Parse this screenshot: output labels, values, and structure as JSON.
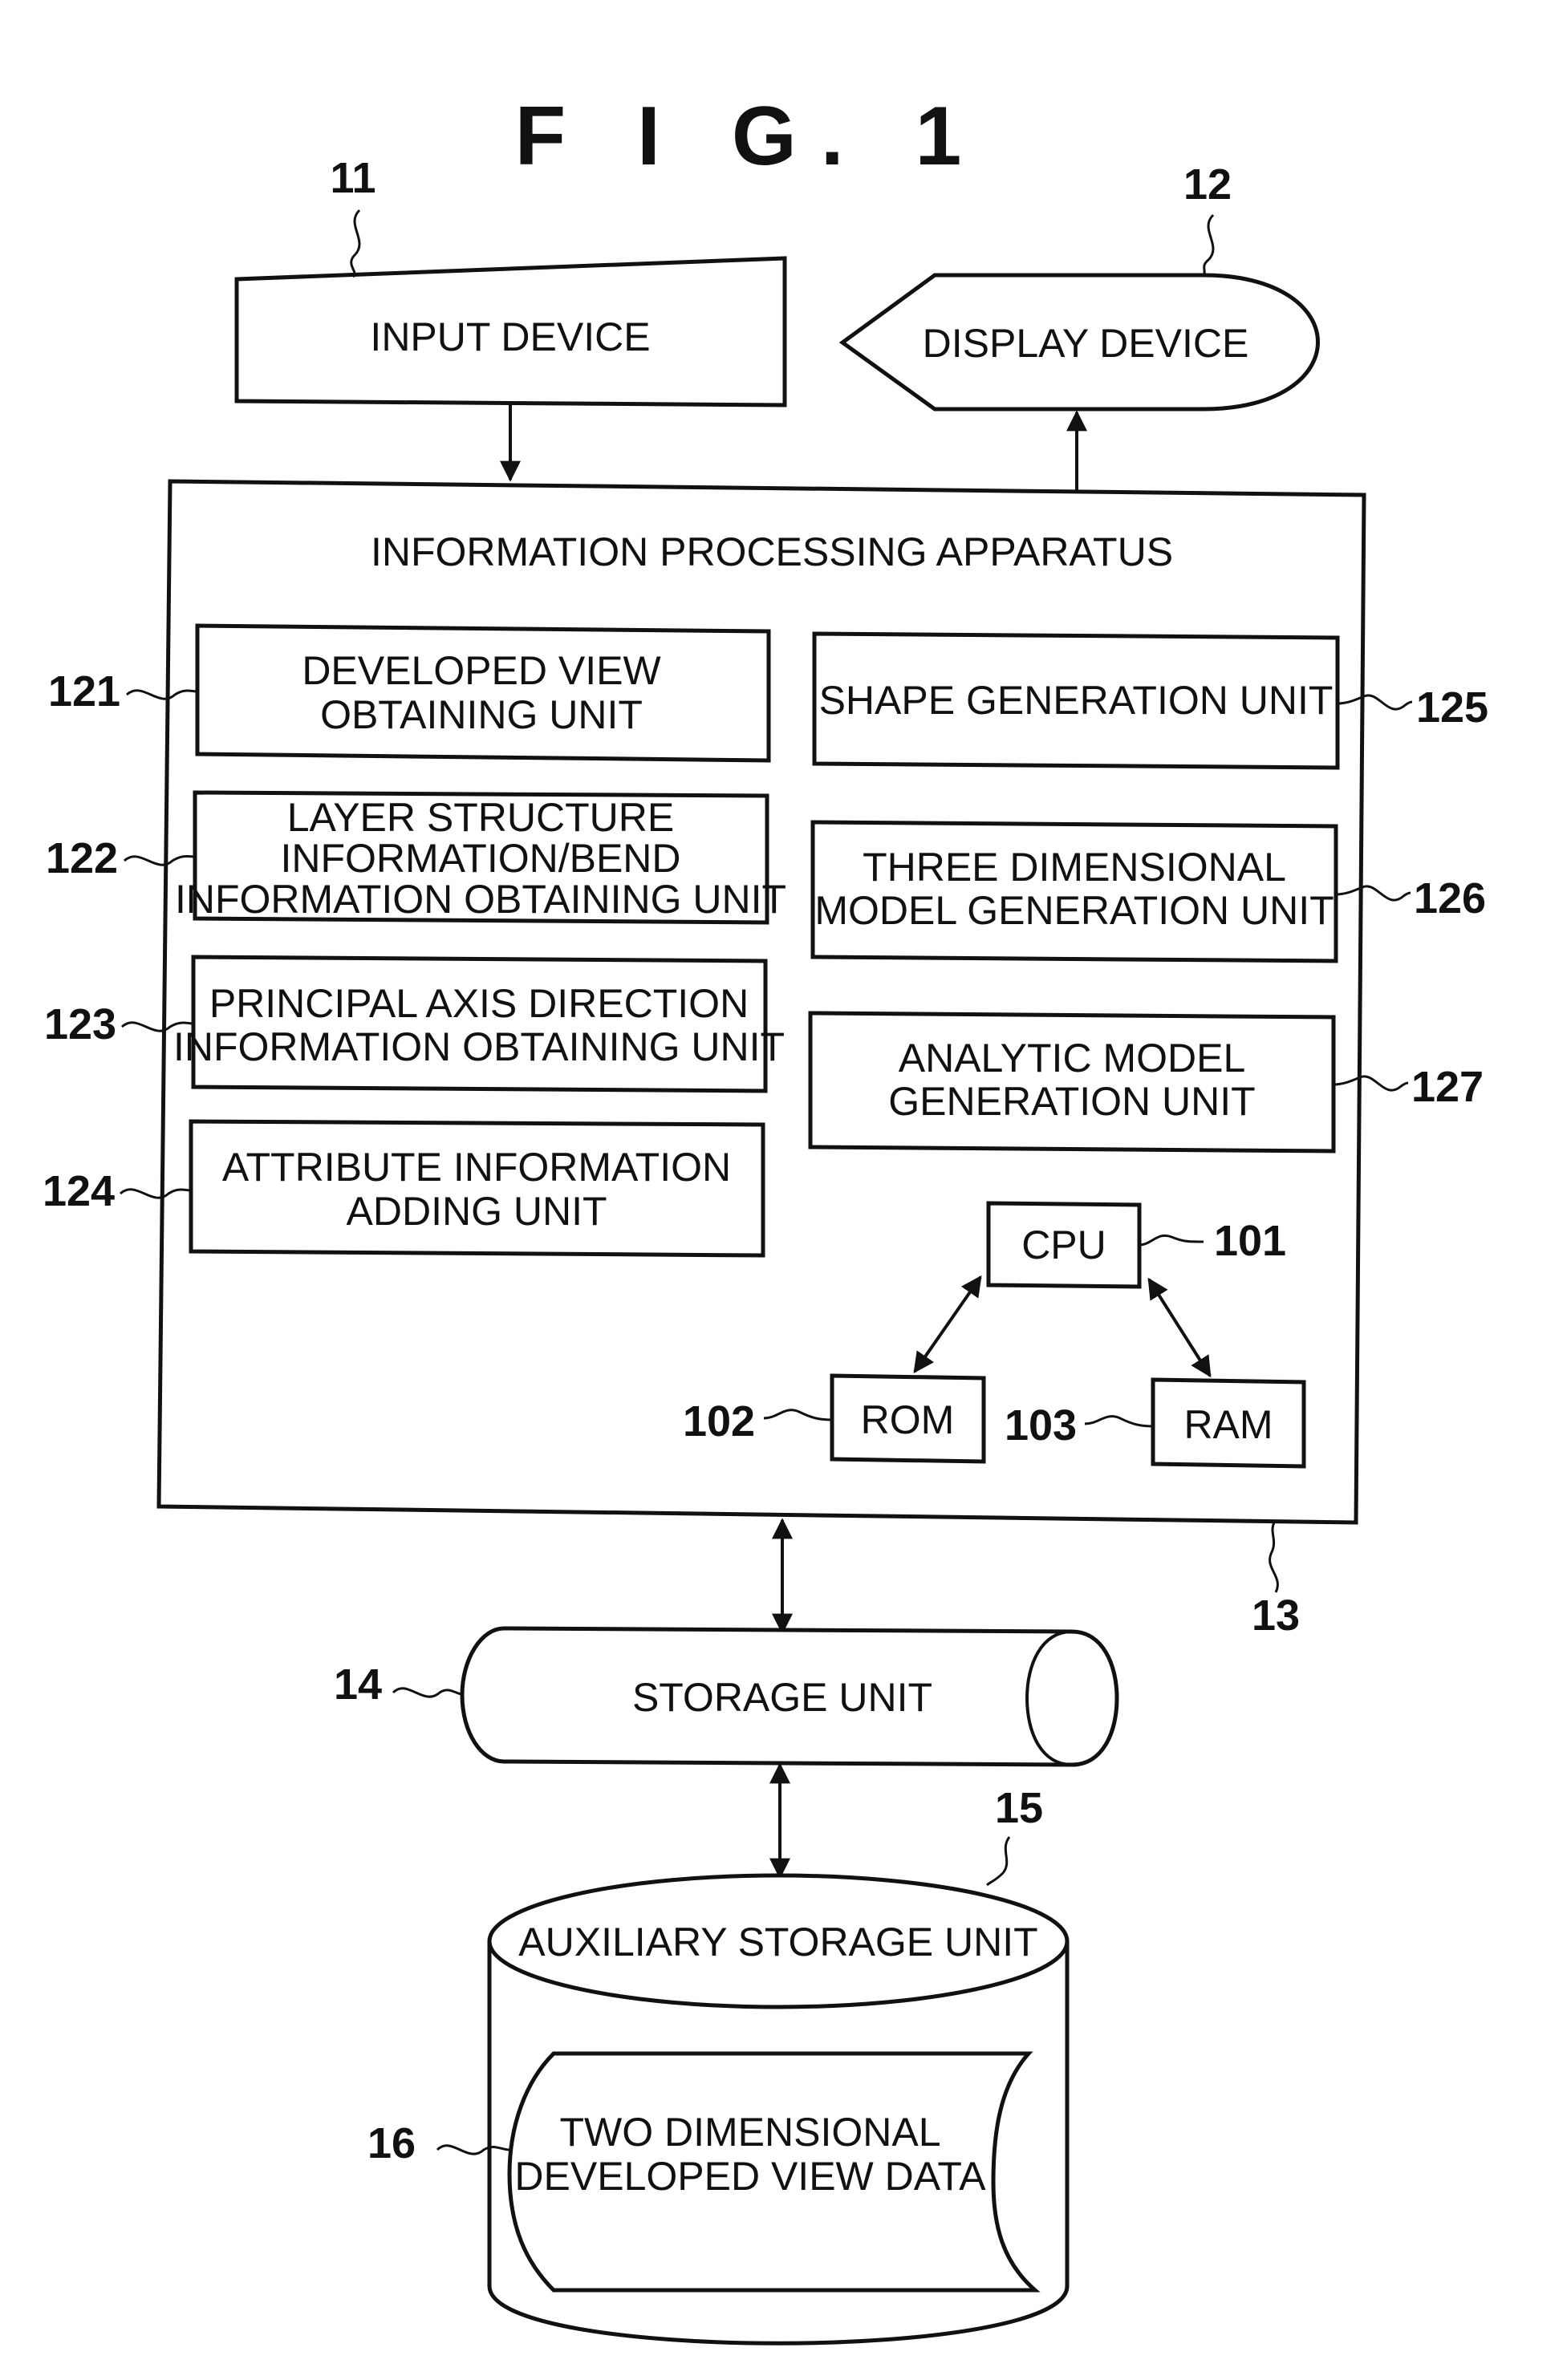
{
  "figure": {
    "title": "F I G.  1",
    "input_device": {
      "ref": "11",
      "label": "INPUT DEVICE"
    },
    "display_device": {
      "ref": "12",
      "label": "DISPLAY DEVICE"
    },
    "apparatus": {
      "ref": "13",
      "label": "INFORMATION PROCESSING APPARATUS"
    },
    "units": {
      "u121": {
        "ref": "121",
        "lines": [
          "DEVELOPED VIEW",
          "OBTAINING UNIT"
        ]
      },
      "u122": {
        "ref": "122",
        "lines": [
          "LAYER STRUCTURE",
          "INFORMATION/BEND",
          "INFORMATION OBTAINING UNIT"
        ]
      },
      "u123": {
        "ref": "123",
        "lines": [
          "PRINCIPAL AXIS DIRECTION",
          "INFORMATION OBTAINING UNIT"
        ]
      },
      "u124": {
        "ref": "124",
        "lines": [
          "ATTRIBUTE INFORMATION",
          "ADDING UNIT"
        ]
      },
      "u125": {
        "ref": "125",
        "lines": [
          "SHAPE GENERATION UNIT"
        ]
      },
      "u126": {
        "ref": "126",
        "lines": [
          "THREE DIMENSIONAL",
          "MODEL GENERATION UNIT"
        ]
      },
      "u127": {
        "ref": "127",
        "lines": [
          "ANALYTIC MODEL",
          "GENERATION UNIT"
        ]
      }
    },
    "cpu": {
      "ref": "101",
      "label": "CPU"
    },
    "rom": {
      "ref": "102",
      "label": "ROM"
    },
    "ram": {
      "ref": "103",
      "label": "RAM"
    },
    "storage": {
      "ref": "14",
      "label": "STORAGE UNIT"
    },
    "aux_storage": {
      "ref": "15",
      "label": "AUXILIARY STORAGE UNIT"
    },
    "dev_data": {
      "ref": "16",
      "lines": [
        "TWO DIMENSIONAL",
        "DEVELOPED VIEW DATA"
      ]
    }
  }
}
